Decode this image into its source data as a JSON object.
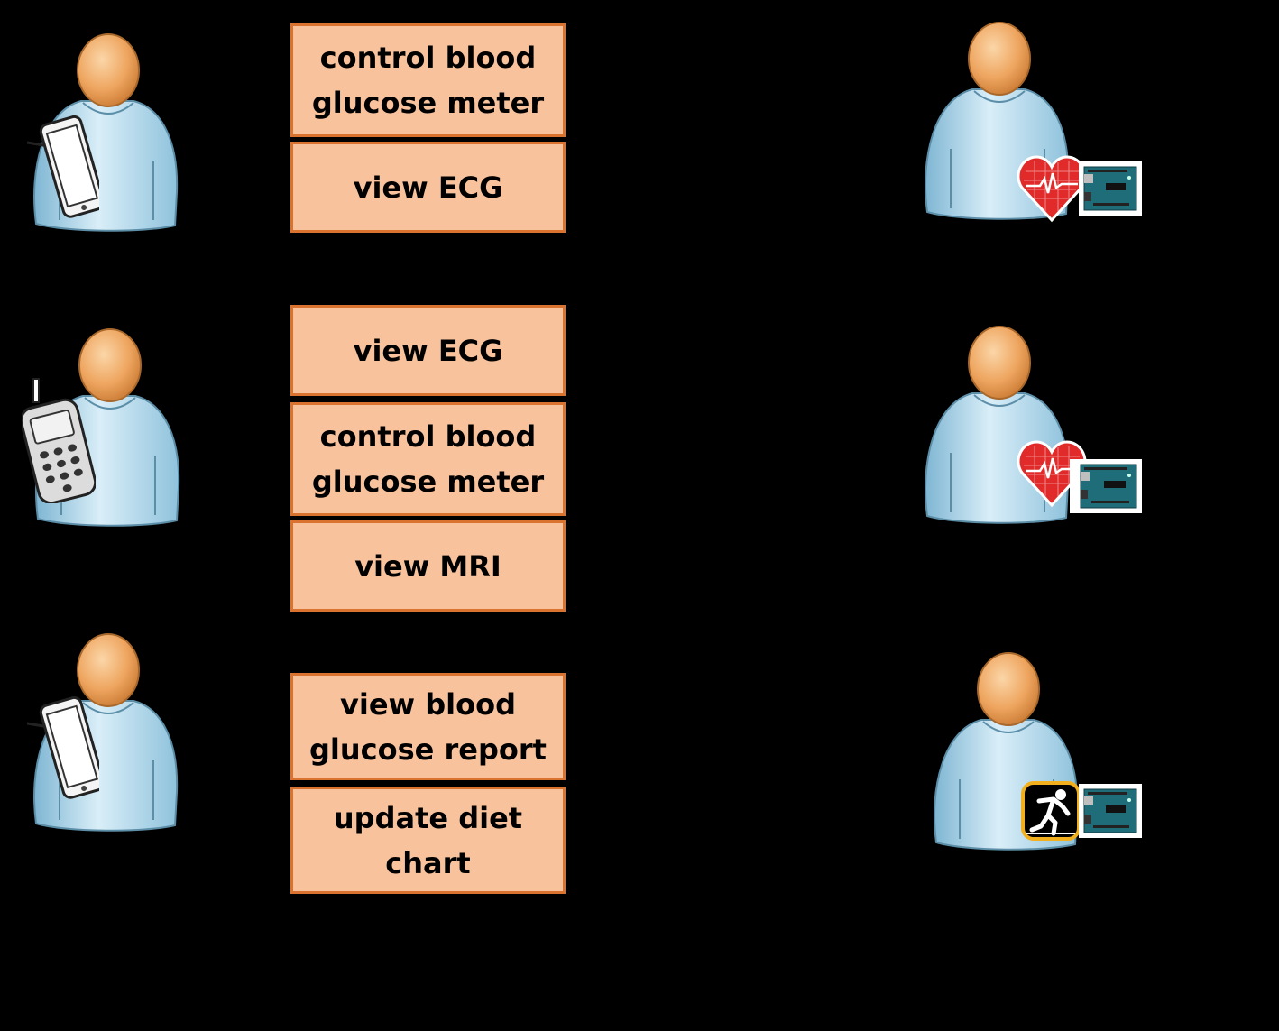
{
  "colors": {
    "background": "#000000",
    "box_fill": "#f8c29c",
    "box_border": "#d9732f",
    "skin": "#eea55f",
    "shirt": "#c8e4f2",
    "heart": "#e12b2b",
    "board": "#1f6d78",
    "sensor_border": "#f2b01e"
  },
  "rows": [
    {
      "user_device": "tablet-icon",
      "actions": [
        "control blood\nglucose meter",
        "view ECG"
      ],
      "patient_sensors": [
        "heart-rate-sensor-icon",
        "arduino-board-icon"
      ]
    },
    {
      "user_device": "mobile-phone-icon",
      "actions": [
        "view ECG",
        "control blood\nglucose meter",
        "view MRI"
      ],
      "patient_sensors": [
        "heart-rate-sensor-icon",
        "arduino-board-icon"
      ]
    },
    {
      "user_device": "tablet-icon",
      "actions": [
        "view blood\nglucose report",
        "update diet\nchart"
      ],
      "patient_sensors": [
        "motion-sensor-icon",
        "arduino-board-icon"
      ]
    }
  ]
}
